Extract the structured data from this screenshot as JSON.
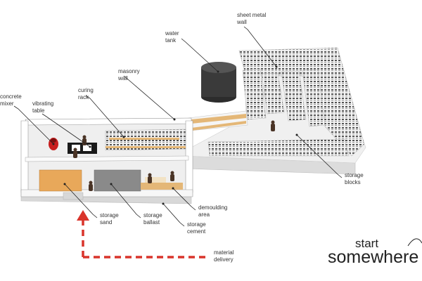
{
  "labels": {
    "sheet_metal_wall": [
      "sheet metal",
      "wall"
    ],
    "water_tank": [
      "water",
      "tank"
    ],
    "masonry_wall": [
      "masonry",
      "wall"
    ],
    "curing_rack": [
      "curing",
      "rack"
    ],
    "concrete_mixer": [
      "concrete",
      "mixer"
    ],
    "vibrating_table": [
      "vibrating",
      "table"
    ],
    "storage_blocks": [
      "storage",
      "blocks"
    ],
    "demoulding_area": [
      "demoulding",
      "area"
    ],
    "storage_sand": [
      "storage",
      "sand"
    ],
    "storage_ballast": [
      "storage",
      "ballast"
    ],
    "storage_cement": [
      "storage",
      "cement"
    ],
    "material_delivery": [
      "material",
      "delivery"
    ]
  },
  "brand": {
    "line1": "start",
    "line2": "somewhere"
  },
  "colors": {
    "delivery_arrow": "#d9342b",
    "sand": "#e8a85a",
    "ballast": "#8a8a8a",
    "mixer": "#c81e1e",
    "water_tank": "#3a3a3a",
    "timber": "#e4b777"
  }
}
